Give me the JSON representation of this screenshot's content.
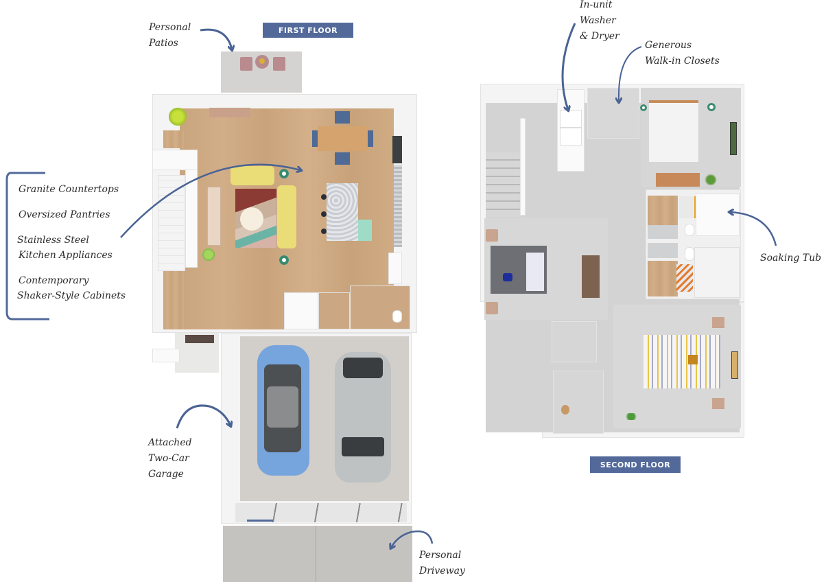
{
  "floors": {
    "first": {
      "label": "FIRST FLOOR"
    },
    "second": {
      "label": "SECOND FLOOR"
    }
  },
  "callouts": {
    "patios": {
      "line1": "Personal",
      "line2": "Patios"
    },
    "washer": {
      "line1": "In-unit",
      "line2": "Washer",
      "line3": "& Dryer"
    },
    "closets": {
      "line1": "Generous",
      "line2": "Walk-in Closets"
    },
    "tub": {
      "line1": "Soaking Tub"
    },
    "garage": {
      "line1": "Attached",
      "line2": "Two-Car",
      "line3": "Garage"
    },
    "driveway": {
      "line1": "Personal",
      "line2": "Driveway"
    }
  },
  "kitchen_features": [
    {
      "line1": "Granite Countertops"
    },
    {
      "line1": "Oversized Pantries"
    },
    {
      "line1": "Stainless Steel",
      "line2": "Kitchen Appliances"
    },
    {
      "line1": "Contemporary",
      "line2": "Shaker-Style Cabinets"
    }
  ],
  "colors": {
    "accent": "#52699a",
    "arrow": "#4a6394",
    "wood_floor": "#cfa982",
    "carpet": "#d3d3d3",
    "concrete": "#c9c7c4",
    "car_blue": "#6f9fd8",
    "car_silver": "#b9bcbe"
  }
}
